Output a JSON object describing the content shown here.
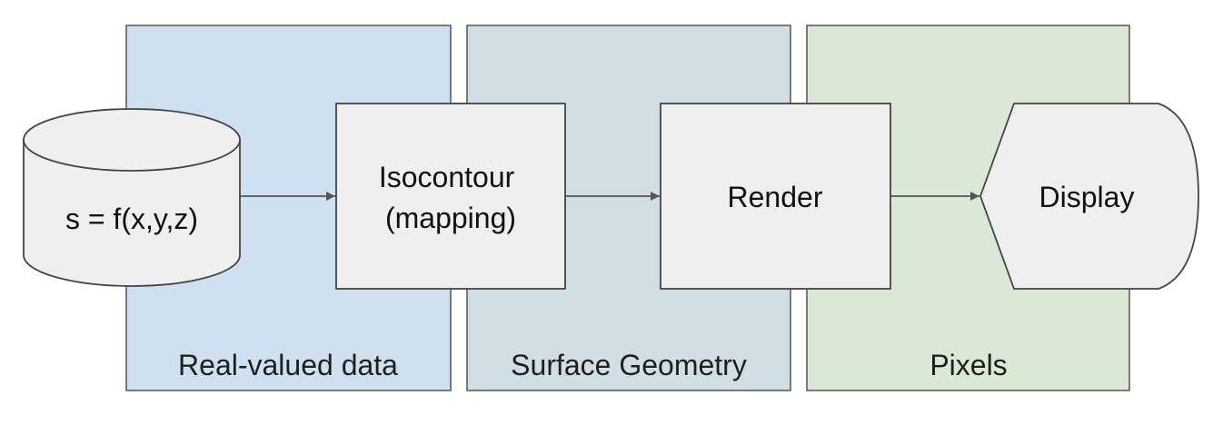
{
  "stages": [
    {
      "label": "Real-valued data",
      "color": "#cfe0f1"
    },
    {
      "label": "Surface Geometry",
      "color": "#d2dee5"
    },
    {
      "label": "Pixels",
      "color": "#dae9d6"
    }
  ],
  "nodes": {
    "source": {
      "label": "s = f(x,y,z)",
      "shape": "cylinder"
    },
    "isocontour": {
      "lines": [
        "Isocontour",
        "(mapping)"
      ],
      "shape": "box"
    },
    "render": {
      "label": "Render",
      "shape": "box"
    },
    "display": {
      "label": "Display",
      "shape": "display"
    }
  },
  "colors": {
    "node_fill": "#efefef",
    "node_stroke": "#444444",
    "stage_stroke": "#555555",
    "arrow": "#555555"
  }
}
